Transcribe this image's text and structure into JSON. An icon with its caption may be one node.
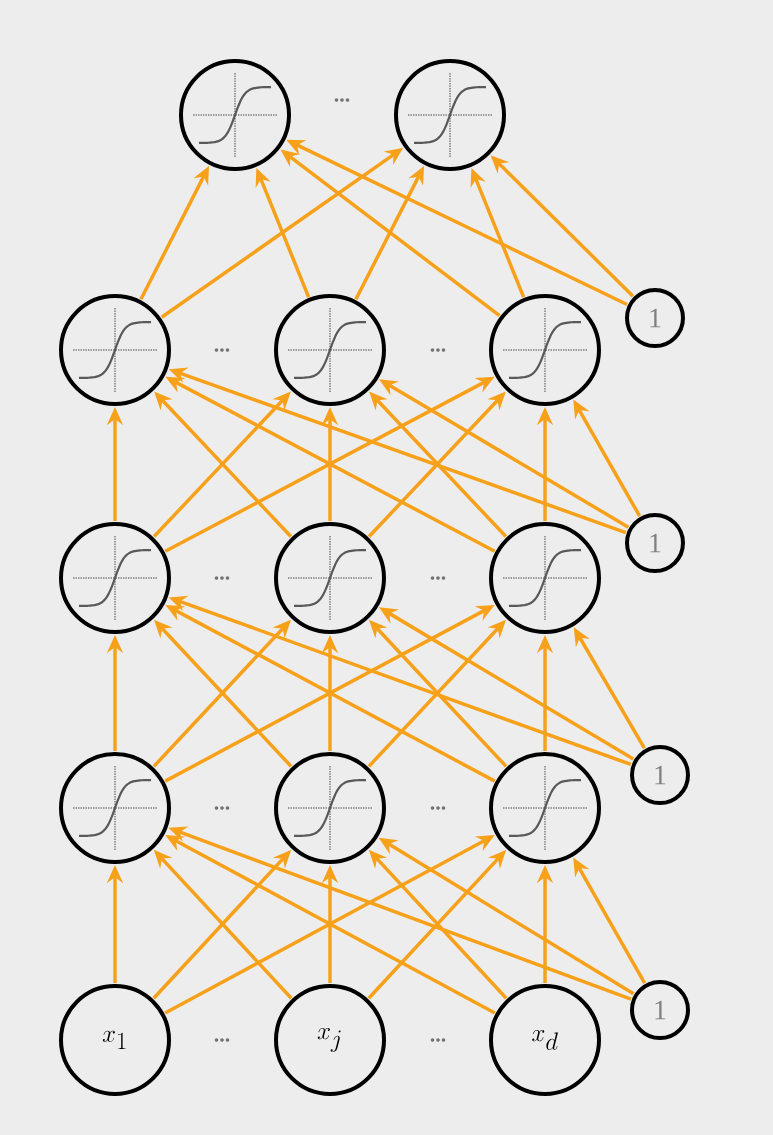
{
  "diagram": {
    "nodes": [
      {
        "text": [],
        "shape": "circle"
      },
      {
        "text": [],
        "shape": "circle"
      },
      {
        "text": [],
        "shape": "circle"
      },
      {
        "text": [],
        "shape": "circle"
      },
      {
        "text": [],
        "shape": "circle"
      },
      {
        "text": [
          "1"
        ]
      },
      {
        "text": [],
        "shape": "circle"
      },
      {
        "text": [],
        "shape": "circle"
      },
      {
        "text": [],
        "shape": "circle"
      },
      {
        "text": [
          "1"
        ]
      },
      {
        "text": [],
        "shape": "circle"
      },
      {
        "text": [],
        "shape": "circle"
      },
      {
        "text": [],
        "shape": "circle"
      },
      {
        "text": [
          "1"
        ]
      },
      {
        "text": [
          "x_1"
        ]
      },
      {
        "text": [
          "x_j"
        ]
      },
      {
        "text": [
          "x_d"
        ]
      },
      {
        "text": [
          "1"
        ]
      }
    ],
    "edges": [
      {
        "from": 14,
        "to": 10,
        "arrow": "to"
      },
      {
        "from": 14,
        "to": 11,
        "arrow": "to"
      },
      {
        "from": 14,
        "to": 12,
        "arrow": "to"
      },
      {
        "from": 15,
        "to": 10,
        "arrow": "to"
      },
      {
        "from": 15,
        "to": 11,
        "arrow": "to"
      },
      {
        "from": 15,
        "to": 12,
        "arrow": "to"
      },
      {
        "from": 16,
        "to": 10,
        "arrow": "to"
      },
      {
        "from": 16,
        "to": 11,
        "arrow": "to"
      },
      {
        "from": 16,
        "to": 12,
        "arrow": "to"
      },
      {
        "from": 17,
        "to": 10,
        "arrow": "to"
      },
      {
        "from": 17,
        "to": 11,
        "arrow": "to"
      },
      {
        "from": 17,
        "to": 12,
        "arrow": "to"
      },
      {
        "from": 10,
        "to": 6,
        "arrow": "to"
      },
      {
        "from": 10,
        "to": 7,
        "arrow": "to"
      },
      {
        "from": 10,
        "to": 8,
        "arrow": "to"
      },
      {
        "from": 11,
        "to": 6,
        "arrow": "to"
      },
      {
        "from": 11,
        "to": 7,
        "arrow": "to"
      },
      {
        "from": 11,
        "to": 8,
        "arrow": "to"
      },
      {
        "from": 12,
        "to": 6,
        "arrow": "to"
      },
      {
        "from": 12,
        "to": 7,
        "arrow": "to"
      },
      {
        "from": 12,
        "to": 8,
        "arrow": "to"
      },
      {
        "from": 13,
        "to": 6,
        "arrow": "to"
      },
      {
        "from": 13,
        "to": 7,
        "arrow": "to"
      },
      {
        "from": 13,
        "to": 8,
        "arrow": "to"
      },
      {
        "from": 6,
        "to": 2,
        "arrow": "to"
      },
      {
        "from": 6,
        "to": 3,
        "arrow": "to"
      },
      {
        "from": 6,
        "to": 4,
        "arrow": "to"
      },
      {
        "from": 7,
        "to": 2,
        "arrow": "to"
      },
      {
        "from": 7,
        "to": 3,
        "arrow": "to"
      },
      {
        "from": 7,
        "to": 4,
        "arrow": "to"
      },
      {
        "from": 8,
        "to": 2,
        "arrow": "to"
      },
      {
        "from": 8,
        "to": 3,
        "arrow": "to"
      },
      {
        "from": 8,
        "to": 4,
        "arrow": "to"
      },
      {
        "from": 9,
        "to": 2,
        "arrow": "to"
      },
      {
        "from": 9,
        "to": 3,
        "arrow": "to"
      },
      {
        "from": 9,
        "to": 4,
        "arrow": "to"
      },
      {
        "from": 2,
        "to": 0,
        "arrow": "to"
      },
      {
        "from": 2,
        "to": 1,
        "arrow": "to"
      },
      {
        "from": 3,
        "to": 0,
        "arrow": "to"
      },
      {
        "from": 3,
        "to": 1,
        "arrow": "to"
      },
      {
        "from": 4,
        "to": 0,
        "arrow": "to"
      },
      {
        "from": 4,
        "to": 1,
        "arrow": "to"
      },
      {
        "from": 5,
        "to": 0,
        "arrow": "to"
      },
      {
        "from": 5,
        "to": 1,
        "arrow": "to"
      }
    ],
    "labels": [
      "...",
      "...",
      "...",
      "...",
      "...",
      "...",
      "...",
      "...",
      "..."
    ]
  }
}
